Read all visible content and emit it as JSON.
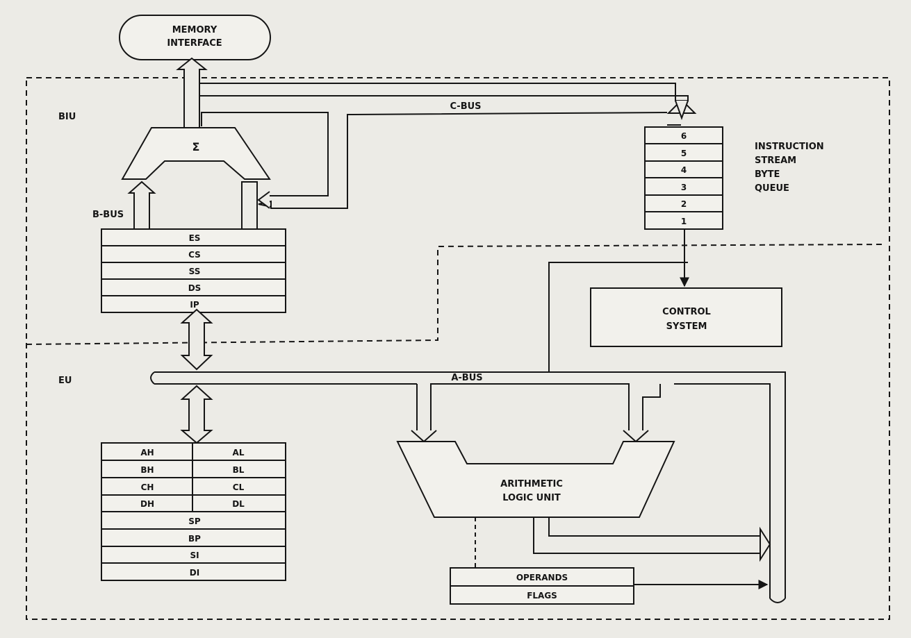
{
  "memory_interface": {
    "line1": "MEMORY",
    "line2": "INTERFACE"
  },
  "biu": {
    "label": "BIU",
    "adder_symbol": "Σ",
    "b_bus_label": "B-BUS",
    "segment_registers": [
      "ES",
      "CS",
      "SS",
      "DS",
      "IP"
    ]
  },
  "c_bus_label": "C-BUS",
  "instruction_queue": {
    "slots": [
      "6",
      "5",
      "4",
      "3",
      "2",
      "1"
    ],
    "label_lines": [
      "INSTRUCTION",
      "STREAM",
      "BYTE",
      "QUEUE"
    ]
  },
  "control_system": {
    "line1": "CONTROL",
    "line2": "SYSTEM"
  },
  "eu": {
    "label": "EU",
    "a_bus_label": "A-BUS",
    "general_registers": [
      [
        "AH",
        "AL"
      ],
      [
        "BH",
        "BL"
      ],
      [
        "CH",
        "CL"
      ],
      [
        "DH",
        "DL"
      ]
    ],
    "pointer_registers": [
      "SP",
      "BP",
      "SI",
      "DI"
    ]
  },
  "alu": {
    "line1": "ARITHMETIC",
    "line2": "LOGIC UNIT"
  },
  "operands_label": "OPERANDS",
  "flags_label": "FLAGS",
  "colors": {
    "ink": "#151515",
    "paper": "#ecebe6",
    "box_fill": "#f2f1ec"
  }
}
